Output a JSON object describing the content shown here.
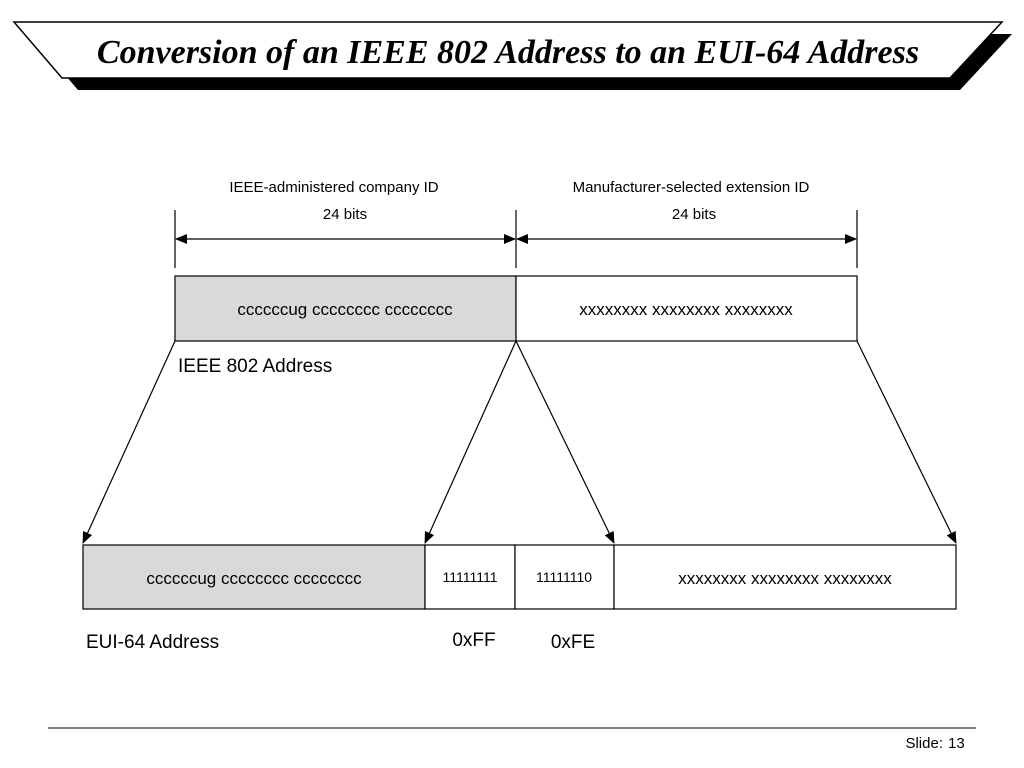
{
  "slide": {
    "title": "Conversion of an IEEE 802 Address to an EUI-64 Address",
    "footer_label": "Slide:",
    "footer_number": "13"
  },
  "diagram": {
    "company_id_label": "IEEE-administered company ID",
    "company_id_bits": "24 bits",
    "extension_id_label": "Manufacturer-selected extension ID",
    "extension_id_bits": "24 bits",
    "ieee802": {
      "company_bits": "ccccccug cccccccc cccccccc",
      "extension_bits": "xxxxxxxx xxxxxxxx xxxxxxxx",
      "caption": "IEEE 802 Address"
    },
    "eui64": {
      "company_bits": "ccccccug cccccccc cccccccc",
      "ff_bits": "11111111",
      "fe_bits": "11111110",
      "extension_bits": "xxxxxxxx xxxxxxxx xxxxxxxx",
      "caption": "EUI-64 Address",
      "ff_hex": "0xFF",
      "fe_hex": "0xFE"
    },
    "colors": {
      "shaded_fill": "#d9d9d9",
      "banner_shadow": "#000000",
      "line": "#000000"
    }
  }
}
